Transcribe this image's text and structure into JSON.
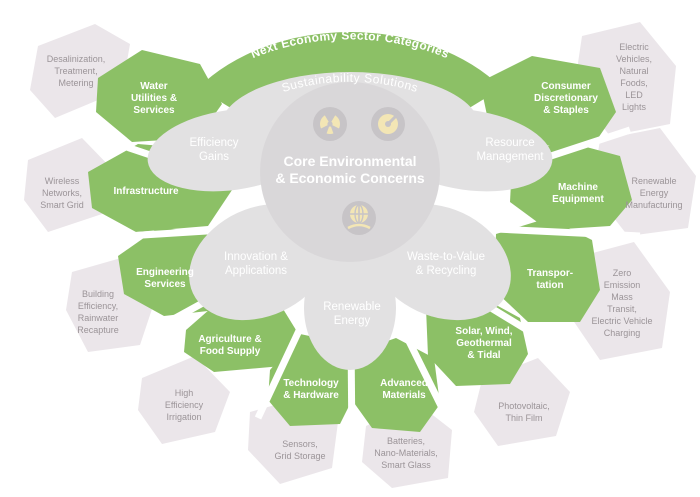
{
  "diagram": {
    "colors": {
      "green": "#8cc066",
      "petal": "#e2e1e2",
      "pink": "#ebe6ea",
      "core": "#d2d0d2",
      "text_grey": "#9b9498"
    },
    "arc_title": "Next Economy Sector Categories",
    "arc_subtitle": "Sustainability Solutions",
    "core": {
      "line1": "Core Environmental",
      "line2": "& Economic Concerns"
    },
    "core_icons": [
      "nuclear-icon",
      "gauge-icon",
      "globe-hand-icon"
    ],
    "petals": [
      {
        "lines": [
          "Efficiency",
          "Gains"
        ]
      },
      {
        "lines": [
          "Resource",
          "Management"
        ]
      },
      {
        "lines": [
          "Innovation &",
          "Applications"
        ]
      },
      {
        "lines": [
          "Waste-to-Value",
          "& Recycling"
        ]
      },
      {
        "lines": [
          "Renewable",
          "Energy"
        ]
      }
    ],
    "sectors": [
      {
        "lines": [
          "Water",
          "Utilities &",
          "Services"
        ],
        "detail": [
          "Desalinization,",
          "Treatment,",
          "Metering"
        ]
      },
      {
        "lines": [
          "Infrastructure"
        ],
        "detail": [
          "Wireless",
          "Networks,",
          "Smart Grid"
        ]
      },
      {
        "lines": [
          "Engineering",
          "Services"
        ],
        "detail": [
          "Building",
          "Efficiency,",
          "Rainwater",
          "Recapture"
        ]
      },
      {
        "lines": [
          "Agriculture &",
          "Food Supply"
        ],
        "detail": [
          "High",
          "Efficiency",
          "Irrigation"
        ]
      },
      {
        "lines": [
          "Technology",
          "& Hardware"
        ],
        "detail": [
          "Sensors,",
          "Grid Storage"
        ]
      },
      {
        "lines": [
          "Advanced",
          "Materials"
        ],
        "detail": [
          "Batteries,",
          "Nano-Materials,",
          "Smart Glass"
        ]
      },
      {
        "lines": [
          "Solar, Wind,",
          "Geothermal",
          "& Tidal"
        ],
        "detail": [
          "Photovoltaic,",
          "Thin Film"
        ]
      },
      {
        "lines": [
          "Transpor-",
          "tation"
        ],
        "detail": [
          "Zero",
          "Emission",
          "Mass",
          "Transit,",
          "Electric Vehicle",
          "Charging"
        ]
      },
      {
        "lines": [
          "Machine",
          "Equipment"
        ],
        "detail": [
          "Renewable",
          "Energy",
          "Manufacturing"
        ]
      },
      {
        "lines": [
          "Consumer",
          "Discretionary",
          "& Staples"
        ],
        "detail": [
          "Electric",
          "Vehicles,",
          "Natural",
          "Foods,",
          "LED",
          "Lights"
        ]
      }
    ]
  }
}
